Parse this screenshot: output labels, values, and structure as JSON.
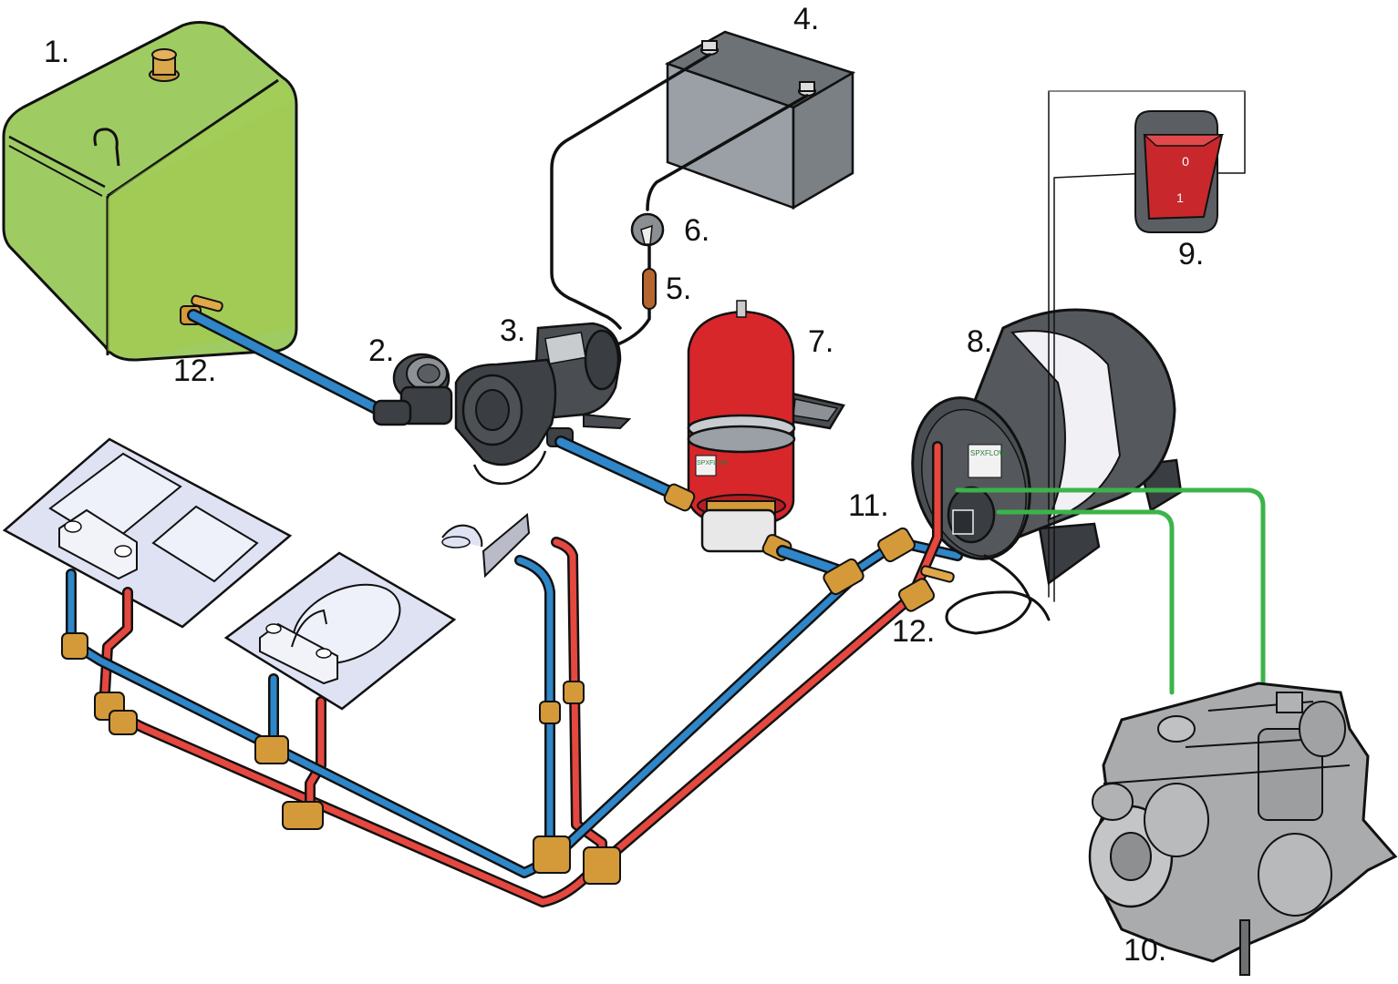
{
  "labels": {
    "water_tank": "1.",
    "strainer": "2.",
    "pump": "3.",
    "battery": "4.",
    "fuse": "5.",
    "pump_switch": "6.",
    "accumulator": "7.",
    "water_heater": "8.",
    "switch": "9.",
    "engine": "10.",
    "heater_connection": "11.",
    "valve_tank": "12.",
    "valve_heater": "12."
  },
  "switch": {
    "off_mark": "0",
    "on_mark": "1"
  },
  "brand": {
    "heater": "SPXFLOW",
    "accumulator": "SPXFLOW"
  },
  "colors": {
    "tank": "#9fcb63",
    "battery": "#9aa0a6",
    "pump": "#3e4246",
    "accumulator": "#d7272b",
    "heater": "#55595d",
    "switch": "#c8282b",
    "engine": "#a9abad",
    "cold_pipe": "#2f86c8",
    "hot_pipe": "#e5483f",
    "coolant_pipe": "#3bb44a",
    "fitting": "#d49a3a",
    "sink": "#dfe2f3"
  }
}
